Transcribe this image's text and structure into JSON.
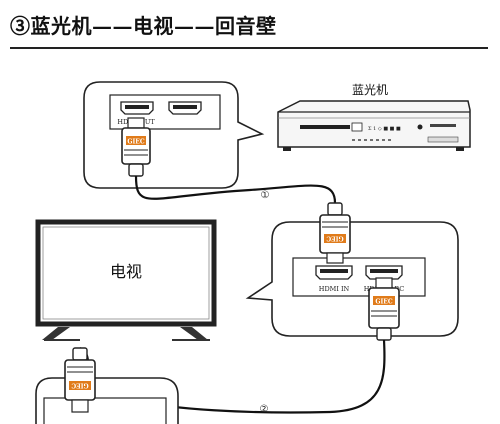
{
  "title": "③蓝光机——电视——回音壁",
  "labels": {
    "bluray": "蓝光机",
    "tv": "电视",
    "hdmi_out": "HDMI OUT",
    "hdmi_in": "HDMI IN",
    "hdmi_earc": "HDMI eARC",
    "step1": "①",
    "step2": "②",
    "brand": "GIEC"
  },
  "colors": {
    "line": "#222222",
    "connector": "#e07b1a",
    "bubble_fill": "#ffffff",
    "shade": "#e6e6e6"
  },
  "icons": [
    "hdmi-port-icon",
    "hdmi-plug-icon",
    "bluray-player-icon",
    "tv-icon",
    "soundbar-icon"
  ]
}
